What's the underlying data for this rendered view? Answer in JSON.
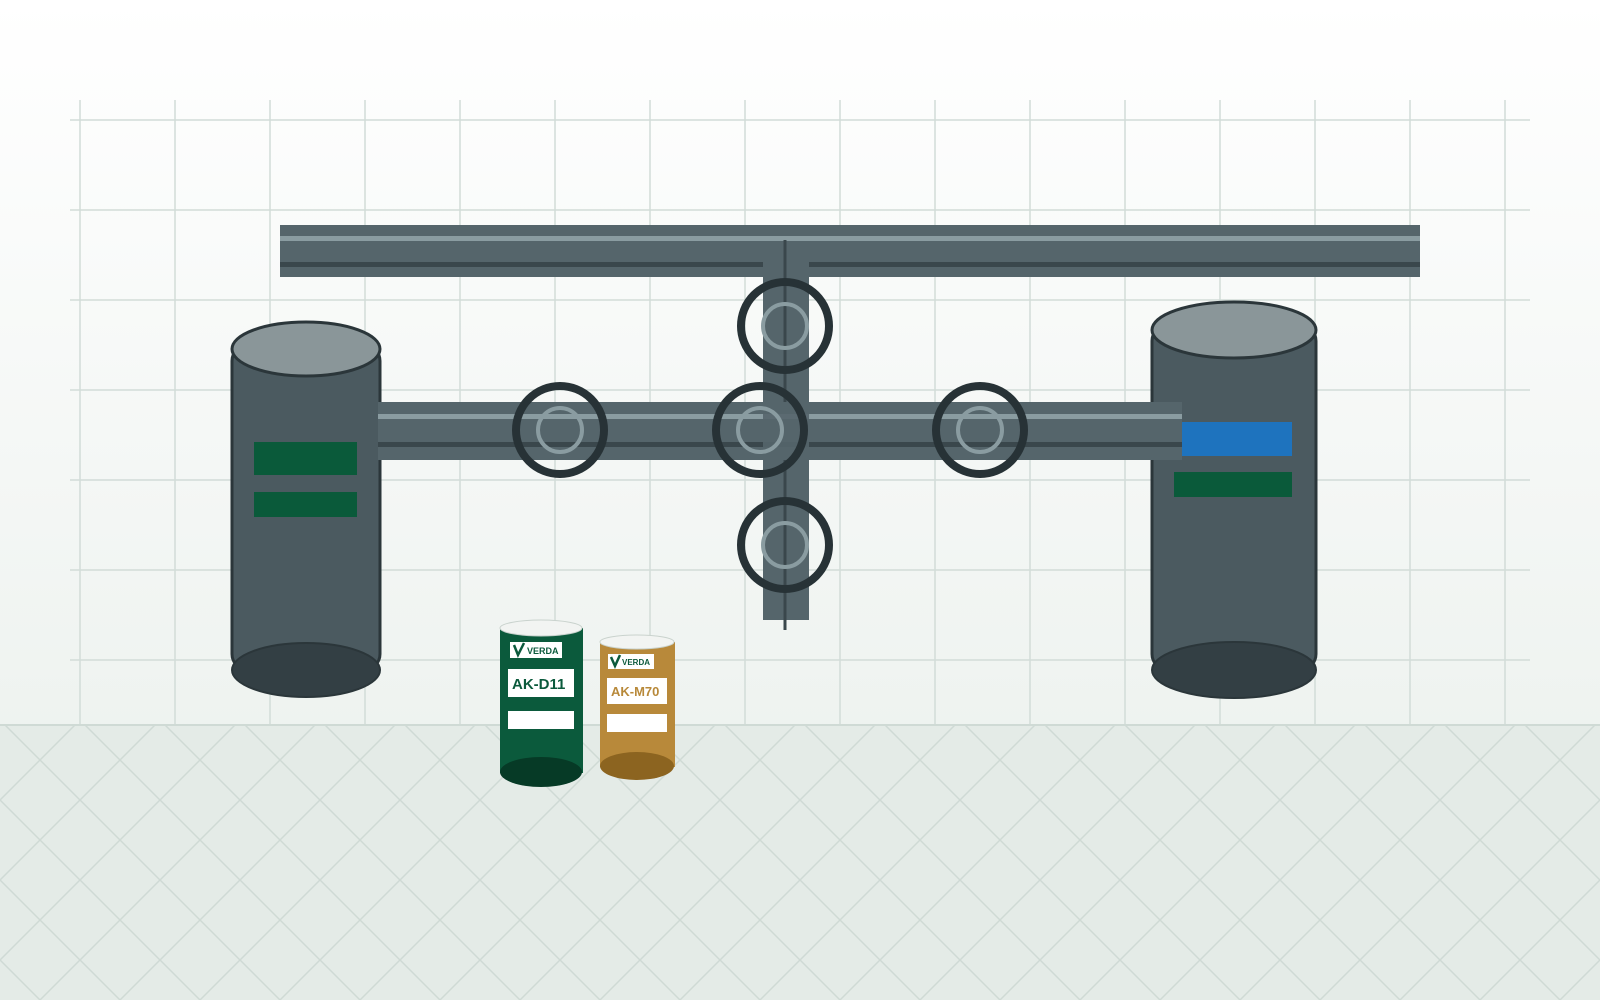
{
  "scene": {
    "colors": {
      "background_top": "#ffffff",
      "background_bottom": "#e6ece8",
      "floor": "#e4ebe7",
      "grid_line": "#d2dcd8",
      "pipe": "#55656b",
      "pipe_highlight": "#8a9ca1",
      "pipe_shadow": "#3a474c",
      "tank_body": "#4b5a60",
      "tank_top": "#8a9699",
      "tank_bottom": "#333f44",
      "valve_ring": "#273236",
      "accent_green": "#0a5a3a",
      "accent_blue": "#1e73be",
      "can_green": "#0b5a3c",
      "can_gold": "#b8893a"
    },
    "icons": [
      "valve-ring-icon",
      "verda-logo-icon"
    ]
  },
  "cans": [
    {
      "brand": "VERDA",
      "code": "AK-D11",
      "color_key": "can_green"
    },
    {
      "brand": "VERDA",
      "code": "AK-M70",
      "color_key": "can_gold"
    }
  ]
}
